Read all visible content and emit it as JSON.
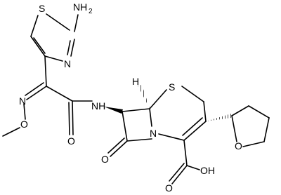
{
  "atoms": {
    "nh2_main": "NH",
    "nh2_sub": "2",
    "s_thiazole": "S",
    "n_thiazole": "N",
    "n_oxime": "N",
    "o_oxime": "O",
    "nh_amide": "NH",
    "o_amide": "O",
    "s_ring": "S",
    "n_lactam": "N",
    "o_lactam": "O",
    "o_thf": "O",
    "oh_acid": "OH",
    "o_acid": "O",
    "h_stereo": "H"
  }
}
